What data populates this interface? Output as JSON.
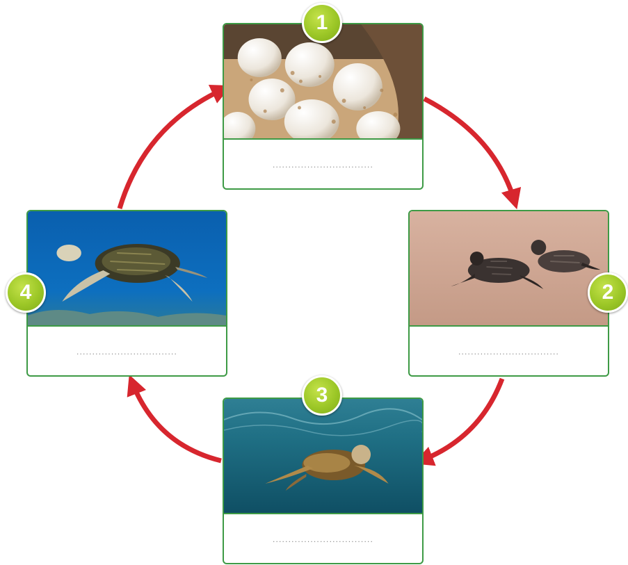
{
  "stages": [
    {
      "number": "1",
      "photo": "sea-turtle-eggs",
      "answer_blank": "................................"
    },
    {
      "number": "2",
      "photo": "hatchlings-on-sand",
      "answer_blank": "................................"
    },
    {
      "number": "3",
      "photo": "young-turtle-swimming",
      "answer_blank": "................................"
    },
    {
      "number": "4",
      "photo": "adult-turtle-swimming",
      "answer_blank": "................................"
    }
  ],
  "colors": {
    "card_border": "#3d9a45",
    "arrow": "#d7262e",
    "badge": "#9cc727"
  }
}
